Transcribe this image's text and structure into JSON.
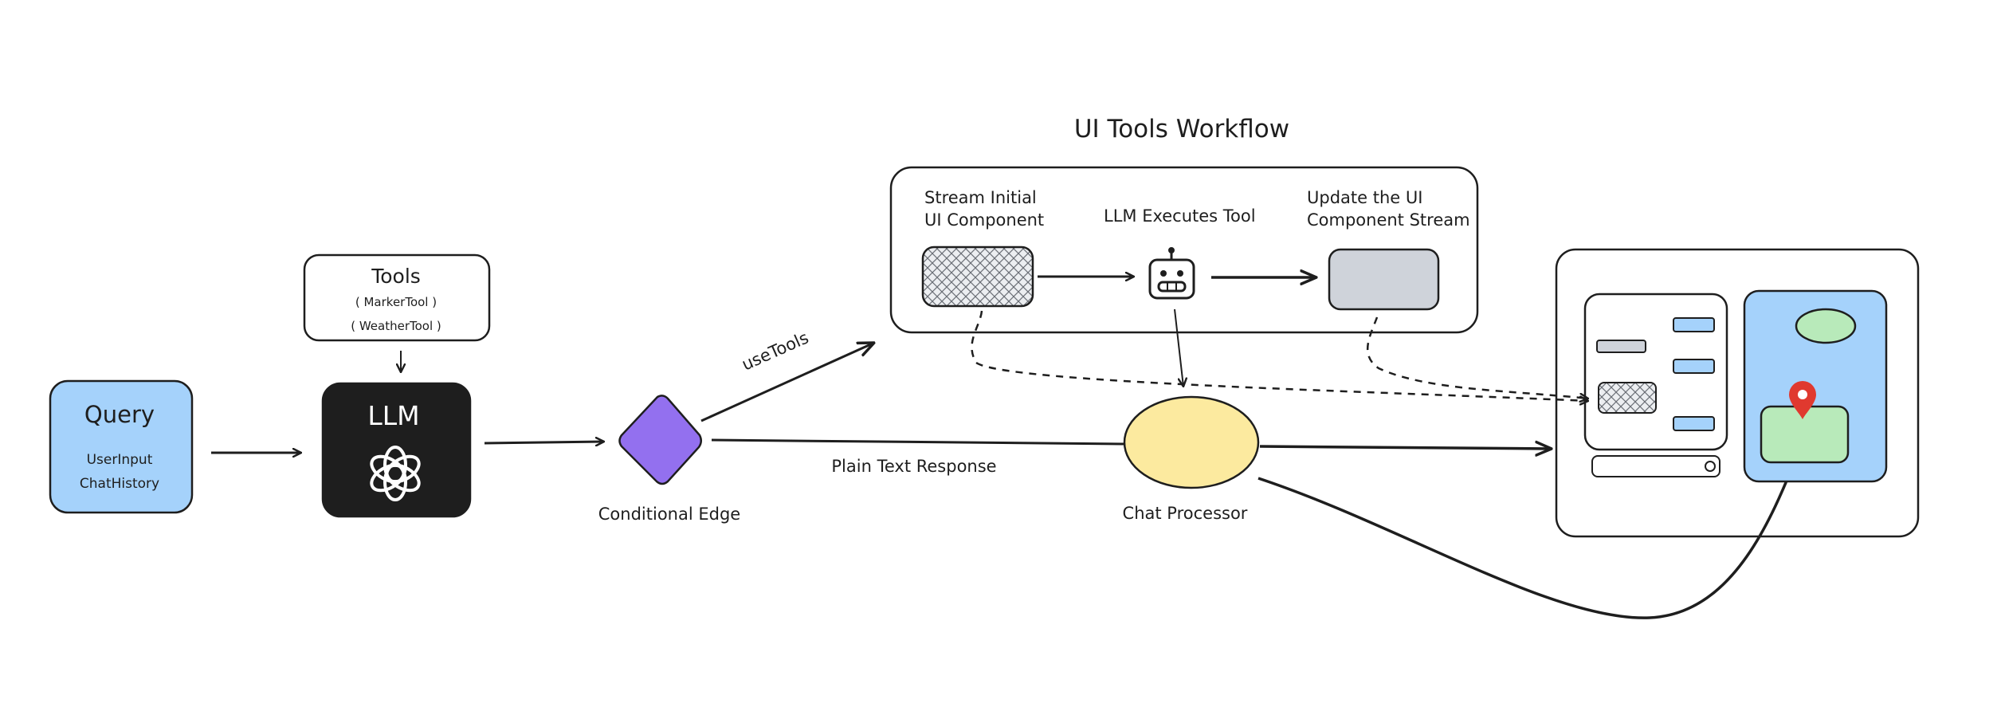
{
  "workflow": {
    "title": "UI Tools Workflow",
    "stream_initial_line1": "Stream Initial",
    "stream_initial_line2": "UI Component",
    "llm_executes_tool": "LLM Executes Tool",
    "update_ui_line1": "Update the UI",
    "update_ui_line2": "Component Stream"
  },
  "query": {
    "title": "Query",
    "line1": "UserInput",
    "line2": "ChatHistory"
  },
  "tools": {
    "title": "Tools",
    "item1": "( MarkerTool )",
    "item2": "( WeatherTool )"
  },
  "llm": {
    "label": "LLM",
    "icon": "openai-logo-icon"
  },
  "edges": {
    "use_tools": "useTools",
    "plain_text": "Plain Text Response"
  },
  "conditional_edge": {
    "label": "Conditional Edge",
    "color": "#9370ef"
  },
  "chat_processor": {
    "label": "Chat Processor",
    "color": "#fcea9f"
  },
  "colors": {
    "query_fill": "#a5d2fb",
    "llm_fill": "#1e1e1e",
    "placeholder_gray": "#cfd3da",
    "map_blue": "#a5d2fb",
    "map_green": "#b8eaba",
    "pin_red": "#e0392f",
    "stroke": "#1e1e1e"
  },
  "icons": [
    "robot-icon",
    "map-pin-icon",
    "openai-logo-icon"
  ]
}
